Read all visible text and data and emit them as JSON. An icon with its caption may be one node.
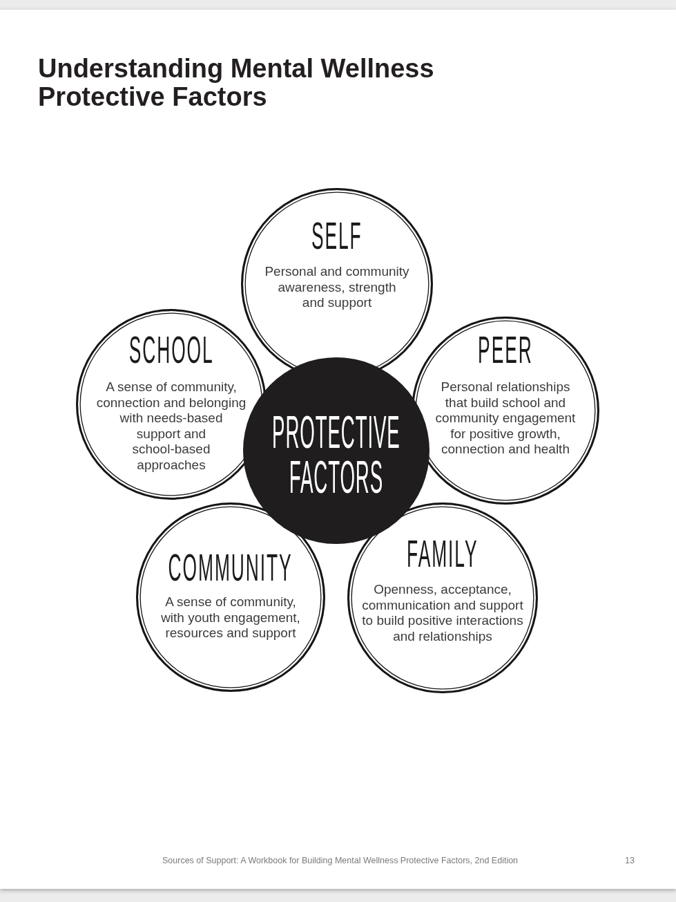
{
  "diagram": {
    "title": "Understanding Mental Wellness Protective Factors",
    "nodes": [
      {
        "text": [
          "SELF",
          "Personal and community awareness, strength and support"
        ]
      },
      {
        "text": [
          "SCHOOL",
          "A sense of community, connection and belonging with needs-based support and school-based approaches"
        ]
      },
      {
        "text": [
          "PEER",
          "Personal relationships that build school and community engagement for positive growth, connection and health"
        ]
      },
      {
        "text": [
          "PROTECTIVE FACTORS"
        ]
      },
      {
        "text": [
          "COMMUNITY",
          "A sense of community, with youth engagement, resources and support"
        ]
      },
      {
        "text": [
          "FAMILY",
          "Openness, acceptance, communication and support to build positive interactions and relationships"
        ]
      }
    ],
    "labels": [
      "Sources of Support: A Workbook for Building Mental Wellness Protective Factors, 2nd Edition",
      "13"
    ]
  }
}
